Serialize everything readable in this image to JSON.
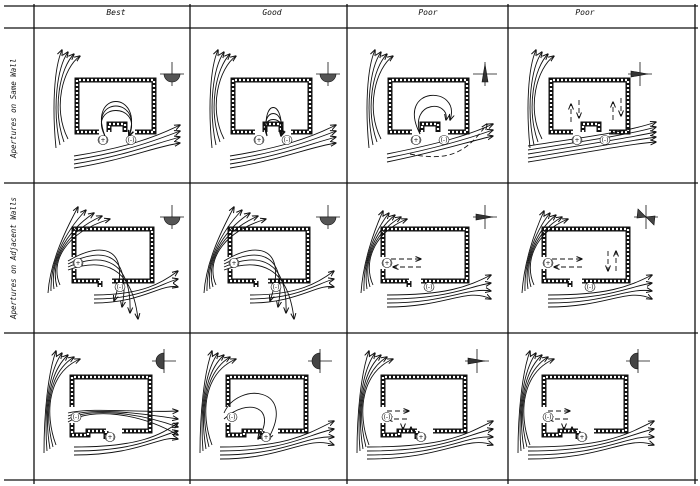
{
  "columns": [
    {
      "label": "Best",
      "rating": "best"
    },
    {
      "label": "Good",
      "rating": "good"
    },
    {
      "label": "Poor",
      "rating": "poor"
    },
    {
      "label": "Poor",
      "rating": "poor"
    }
  ],
  "rows": [
    {
      "label": "Apertures on Same Wall"
    },
    {
      "label": "Apertures on Adjacent Walls"
    },
    {
      "label": ""
    }
  ],
  "pressure_labels": {
    "positive": "+",
    "negative": "-"
  },
  "style": {
    "ink": "#111111",
    "background": "#ffffff"
  }
}
